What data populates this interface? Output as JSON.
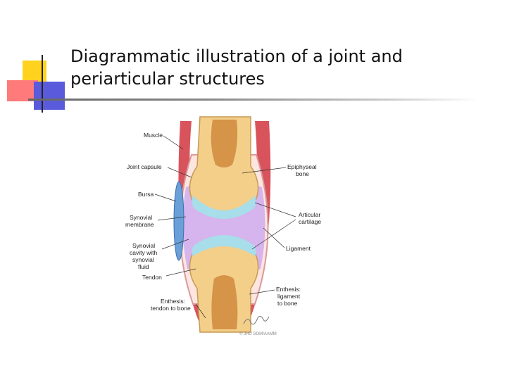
{
  "slide": {
    "title_line1": "Diagrammatic illustration of a joint and",
    "title_line2": "periarticular structures"
  },
  "figure": {
    "labels": {
      "muscle": "Muscle",
      "joint_capsule": "Joint capsule",
      "bursa": "Bursa",
      "synovial_membrane_1": "Synovial",
      "synovial_membrane_2": "membrane",
      "synovial_cavity_1": "Synovial",
      "synovial_cavity_2": "cavity with",
      "synovial_cavity_3": "synovial",
      "synovial_cavity_4": "fluid",
      "tendon": "Tendon",
      "enthesis_tendon_1": "Enthesis:",
      "enthesis_tendon_2": "tendon to bone",
      "epiphyseal_1": "Epiphyseal",
      "epiphyseal_2": "bone",
      "articular_1": "Articular",
      "articular_2": "cartilage",
      "ligament": "Ligament",
      "enthesis_ligament_1": "Enthesis:",
      "enthesis_ligament_2": "ligament",
      "enthesis_ligament_3": "to bone"
    },
    "credit": "© JHU SOM/AAMM",
    "colors": {
      "muscle": "#d9535c",
      "bone": "#f3cf8a",
      "marrow": "#cf8a3c",
      "cartilage": "#a8ddea",
      "synovial_fluid": "#d6b4ee",
      "bursa": "#6a9fd8"
    }
  }
}
